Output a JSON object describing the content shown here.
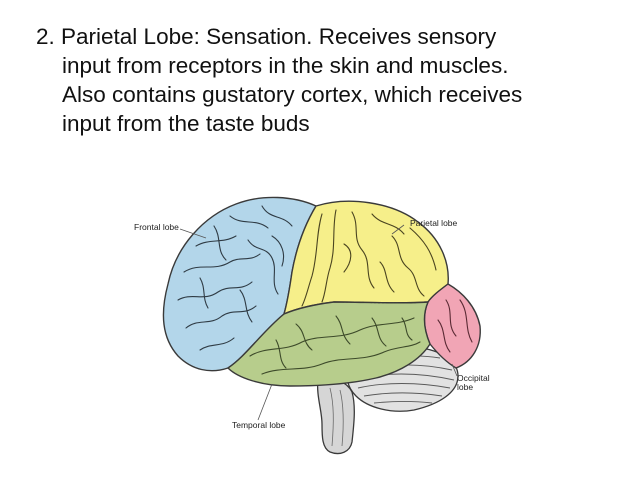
{
  "slide": {
    "title_lines": [
      "2. Parietal Lobe: Sensation. Receives sensory",
      "input from receptors in the skin and muscles.",
      "Also contains gustatory cortex, which receives",
      "input from the taste buds"
    ]
  },
  "diagram": {
    "labels": {
      "frontal": "Frontal lobe",
      "parietal": "Parietal lobe",
      "occipital_1": "Occipital",
      "occipital_2": "lobe",
      "temporal": "Temporal lobe"
    },
    "colors": {
      "frontal": "#b3d6ea",
      "parietal": "#f6ef8a",
      "temporal": "#b7cd8c",
      "occipital": "#f1a5b5",
      "cerebellum": "#e2e2e2",
      "brainstem": "#d6d6d6",
      "outline": "#3a3a3a"
    }
  }
}
